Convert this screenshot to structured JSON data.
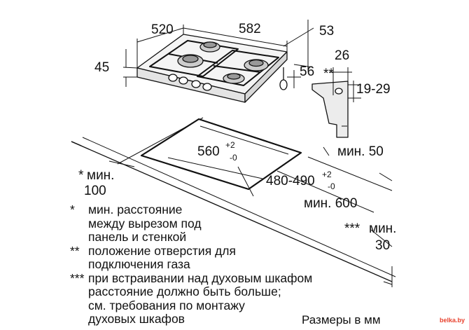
{
  "dims": {
    "width_outer": "520",
    "width_hob": "582",
    "depth_top": "53",
    "height": "45",
    "side_depth": "56",
    "gas_offset": "26",
    "gas_mark": "**",
    "gas_height": "19-29",
    "cutout_width": "560",
    "cutout_width_tol_plus": "+2",
    "cutout_width_tol_minus": "-0",
    "cutout_depth": "480-490",
    "cutout_depth_tol_plus": "+2",
    "cutout_depth_tol_minus": "-0",
    "min_front": "мин. 50",
    "min_side_mark": "*",
    "min_side": "мин.",
    "min_side_value": "100",
    "min_depth": "мин. 600",
    "min_oven_mark": "***",
    "min_oven": "мин.",
    "min_oven_value": "30"
  },
  "notes": [
    {
      "mark": "*",
      "text": "мин. расстояние\nмежду вырезом под\nпанель и стенкой"
    },
    {
      "mark": "**",
      "text": "положение отверстия для\nподключения газа"
    },
    {
      "mark": "***",
      "text": "при встраивании над духовым шкафом\nрасстояние должно быть больше;\nсм. требования по монтажу\nдуховых шкафов"
    }
  ],
  "units": "Размеры в мм",
  "watermark": "belka.by"
}
